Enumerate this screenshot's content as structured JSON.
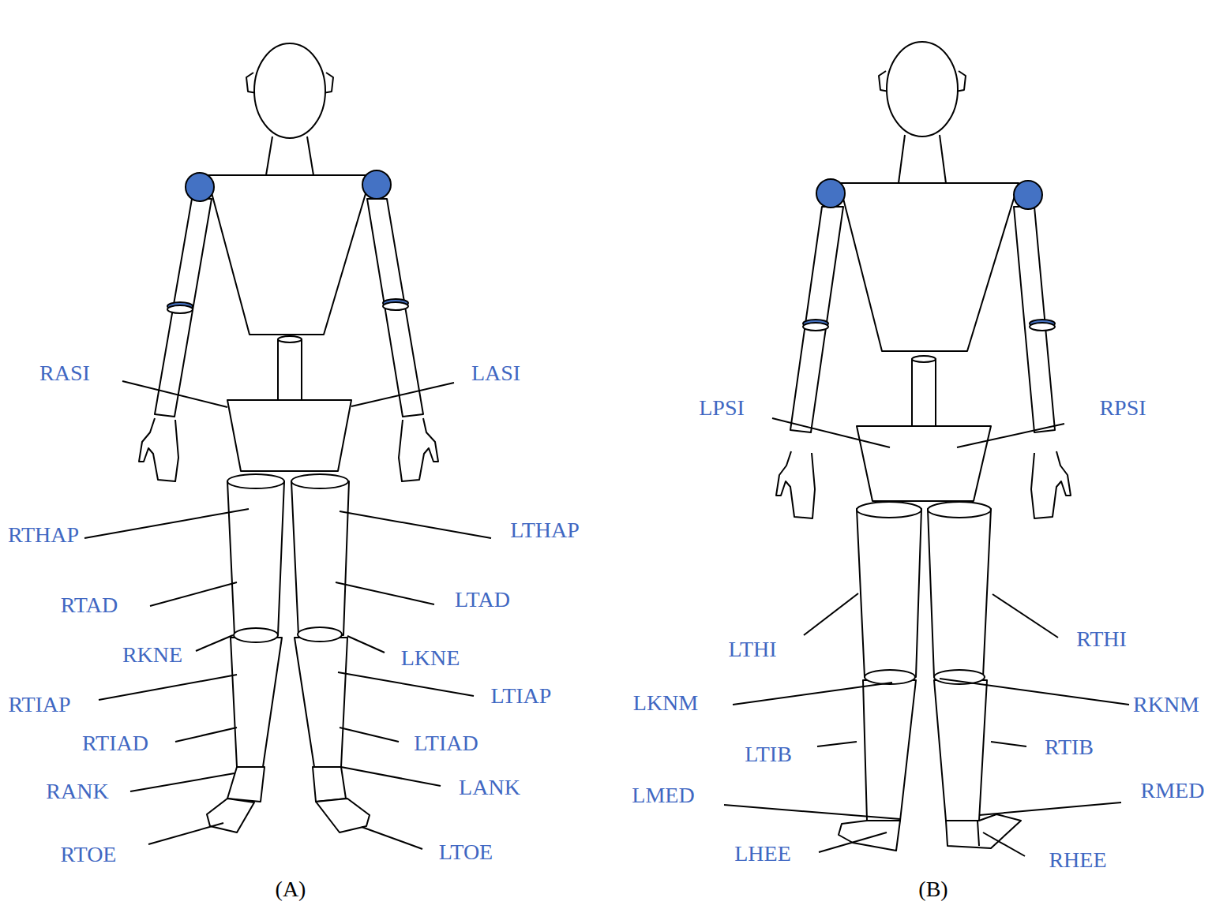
{
  "diagram": {
    "labels": [
      "RASI",
      "LASI",
      "RTHAP",
      "LTHAP",
      "RTAD",
      "LTAD",
      "RKNE",
      "LKNE",
      "RTIAP",
      "LTIAP",
      "RTIAD",
      "LTIAD",
      "RANK",
      "LANK",
      "RTOE",
      "LTOE",
      "(A)",
      "LPSI",
      "RPSI",
      "LTHI",
      "RTHI",
      "LKNM",
      "RKNM",
      "LTIB",
      "RTIB",
      "LMED",
      "RMED",
      "LHEE",
      "RHEE",
      "(B)"
    ]
  }
}
